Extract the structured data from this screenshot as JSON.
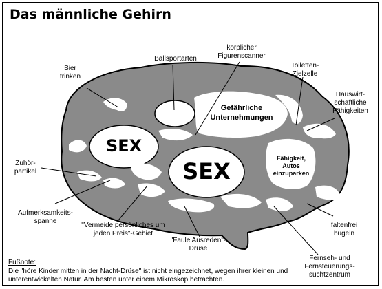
{
  "title": "Das männliche Gehirn",
  "regions": {
    "sex_left": "SEX",
    "sex_center": "SEX",
    "gefaehrliche": "Gefährliche Unternehmungen",
    "parken": "Fähigkeit, Autos einzuparken"
  },
  "labels": {
    "bier": "Bier trinken",
    "ballsport": "Ballsportarten",
    "figuren": "körplicher Figurenscanner",
    "toiletten": "Toiletten-Zielzelle",
    "hauswirt": "Hauswirt-schaftliche Fähigkeiten",
    "zuhoer": "Zuhör-partikel",
    "aufmerksam": "Aufmerksamkeits-spanne",
    "vermeide": "\"Vermeide persönliches um jeden Preis\"-Gebiet",
    "faule": "\"Faule Ausreden\"-Drüse",
    "faltenfrei": "faltenfrei bügeln",
    "fernseh": "Fernseh- und Fernsteuerungs-suchtzentrum"
  },
  "footnote": {
    "heading": "Fußnote:",
    "text": "Die \"höre Kinder mitten in der Nacht-Drüse\" ist nicht eingezeichnet, wegen ihrer kleinen und unterentwickelten Natur. Am besten unter einem Mikroskop betrachten."
  }
}
